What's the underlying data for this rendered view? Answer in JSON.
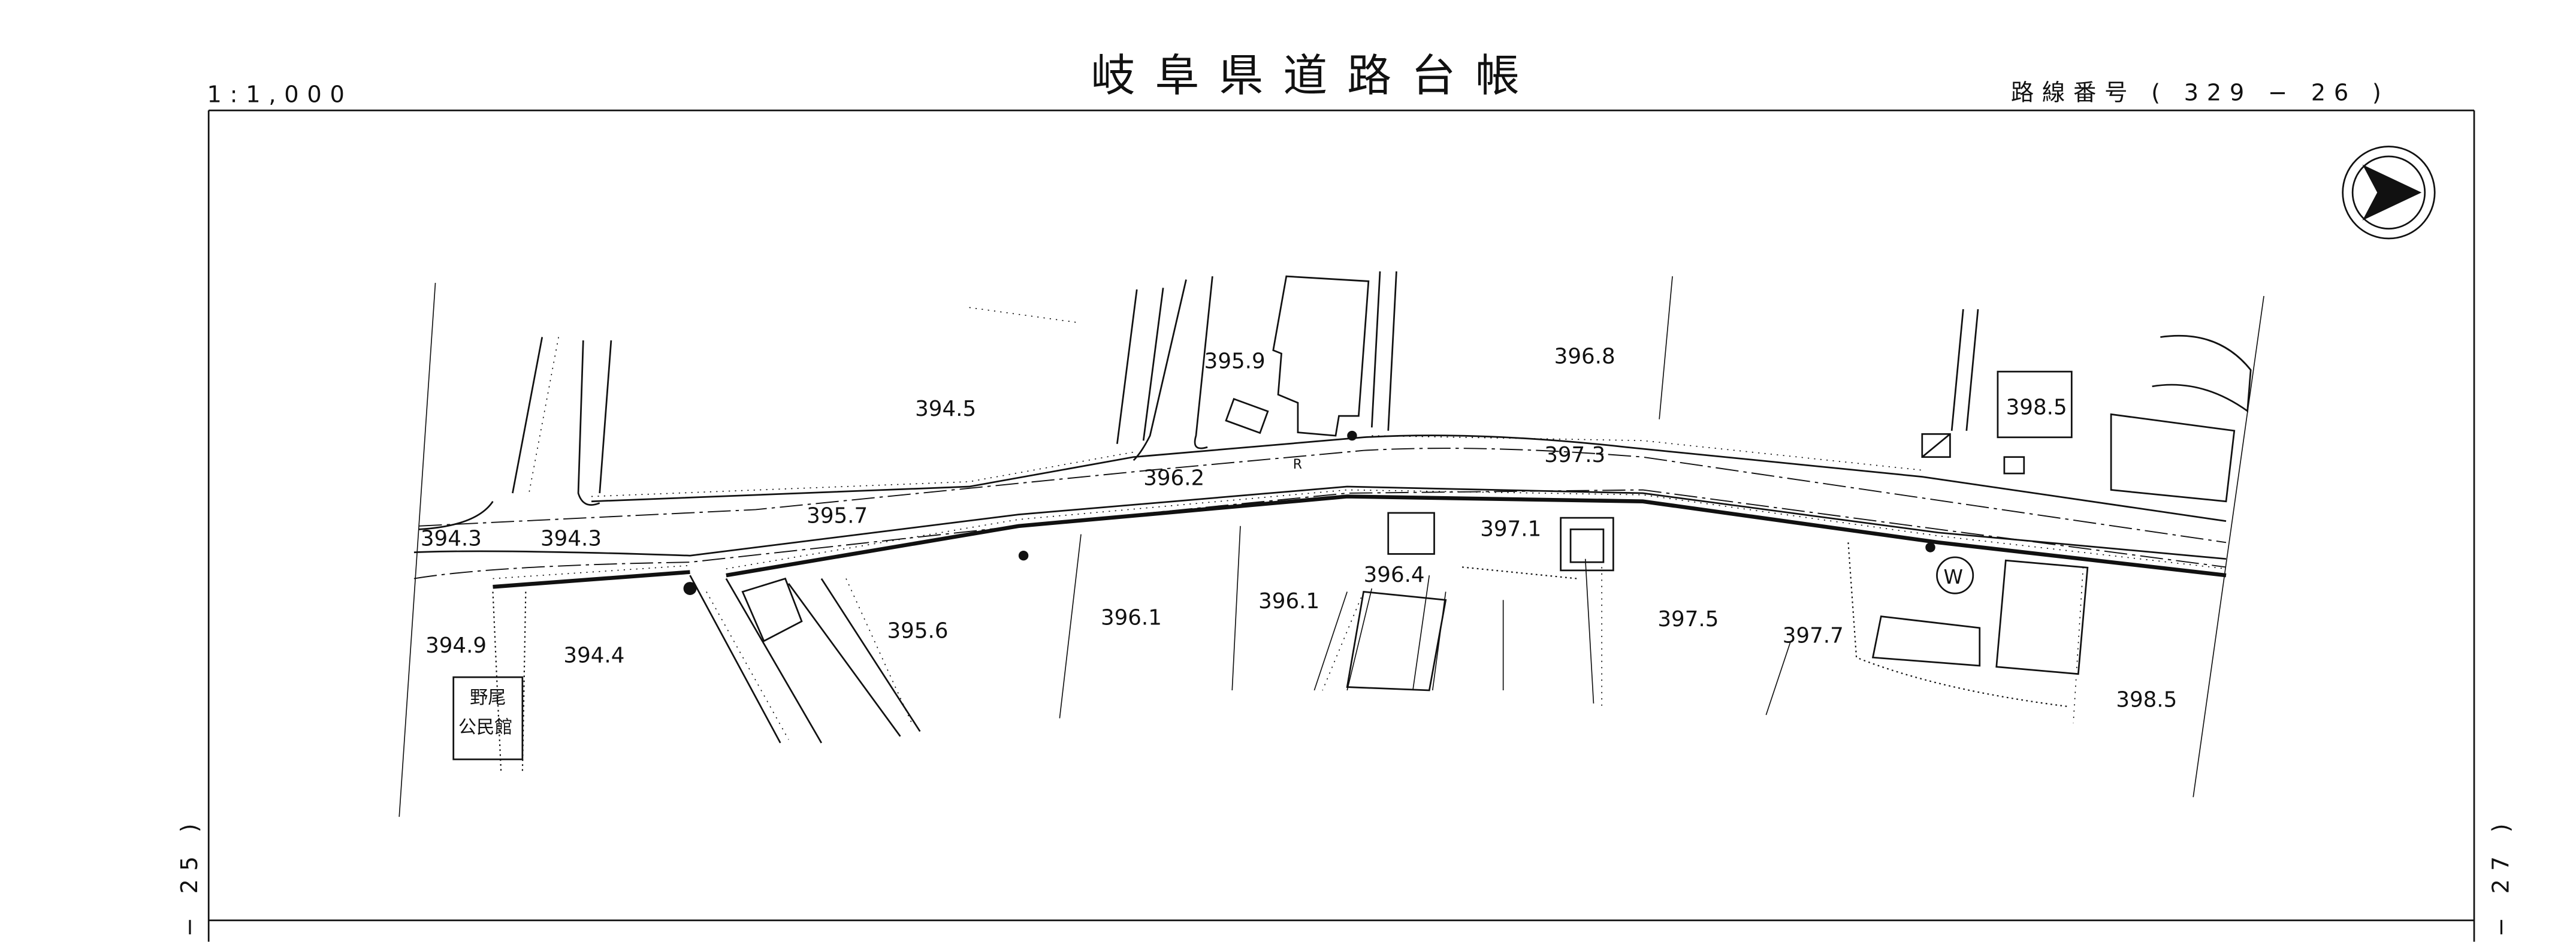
{
  "header": {
    "scale": "1:1,000",
    "title": "岐阜県道路台帳",
    "route_number": "路線番号 ( 329 − 26 )",
    "prev_sheet": "− 25 )",
    "next_sheet": "− 27 )"
  },
  "map": {
    "elevations": [
      "394.5",
      "395.9",
      "396.8",
      "398.5",
      "397.3",
      "396.2",
      "395.7",
      "394.3",
      "394.3",
      "397.1",
      "396.4",
      "396.1",
      "396.1",
      "395.6",
      "397.5",
      "397.7",
      "394.9",
      "394.4",
      "398.5"
    ],
    "building_label_line1": "野尾",
    "building_label_line2": "公民館",
    "road_mark": "R",
    "well_mark": "W"
  }
}
